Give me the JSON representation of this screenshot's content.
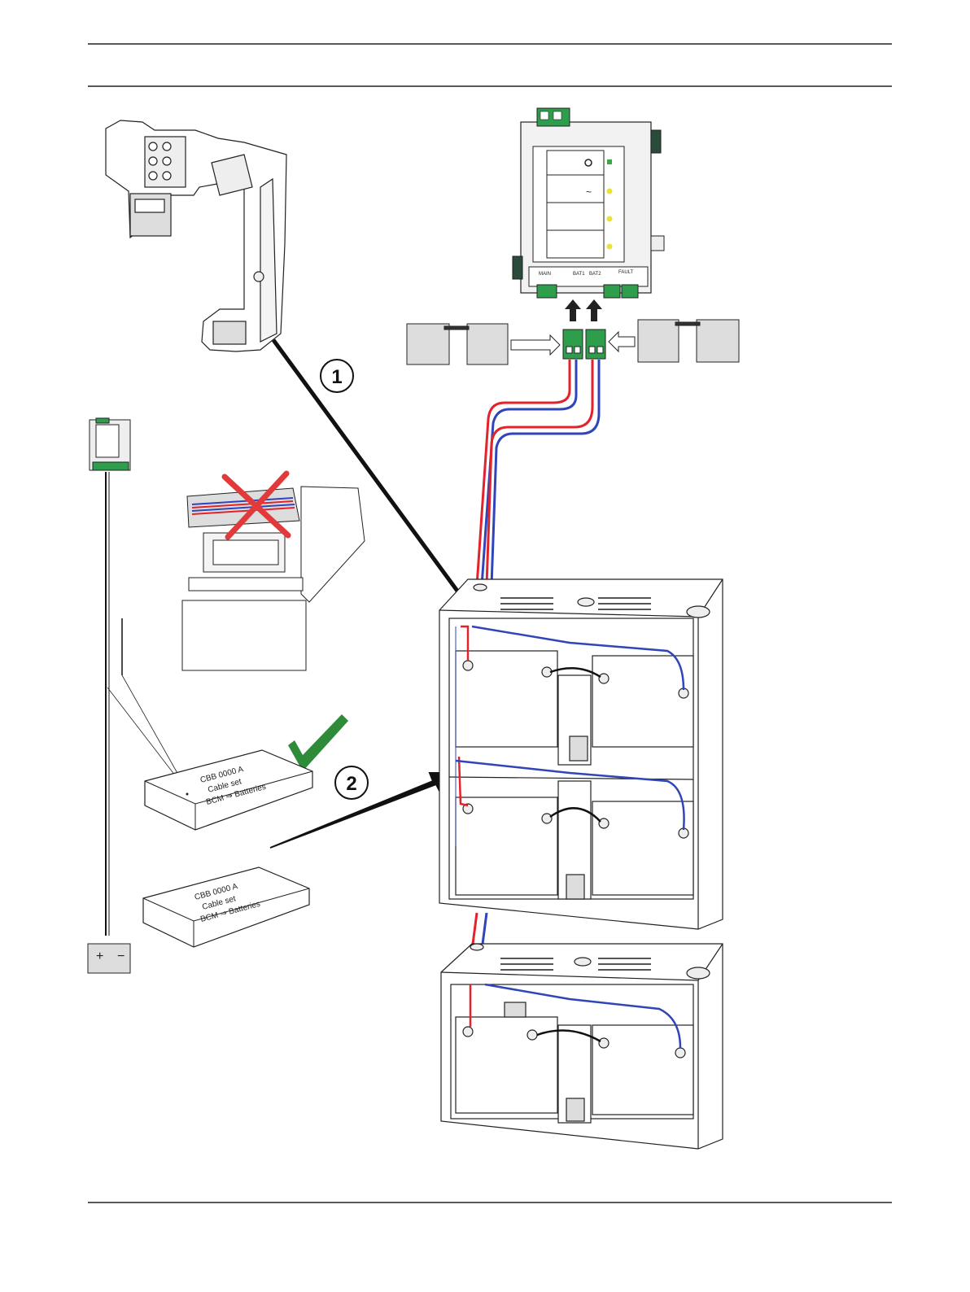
{
  "steps": {
    "one": "1",
    "two": "2"
  },
  "box_top": {
    "line1": "CBB 0000 A",
    "line2": "Cable set",
    "line3": "BCM ⇒ Batteries"
  },
  "box_bottom": {
    "line1": "CBB 0000 A",
    "line2": "Cable set",
    "line3": "BCM ⇒ Batteries"
  },
  "module": {
    "labels": {
      "main": "MAIN",
      "bat1": "BAT1",
      "bat2": "BAT2",
      "fault": "FAULT"
    }
  },
  "battery_symbol": {
    "plus": "+",
    "minus": "−"
  },
  "colors": {
    "red_wire": "#e3232b",
    "blue_wire": "#2f45b8",
    "green_terminal": "#2e9e4d",
    "check": "#2e8b3a",
    "cross": "#e23a3a",
    "led_yellow": "#e8e23a",
    "led_green": "#3aa84a"
  },
  "icons": [
    "check-icon",
    "cross-icon",
    "arrow-icon",
    "battery-icon"
  ]
}
